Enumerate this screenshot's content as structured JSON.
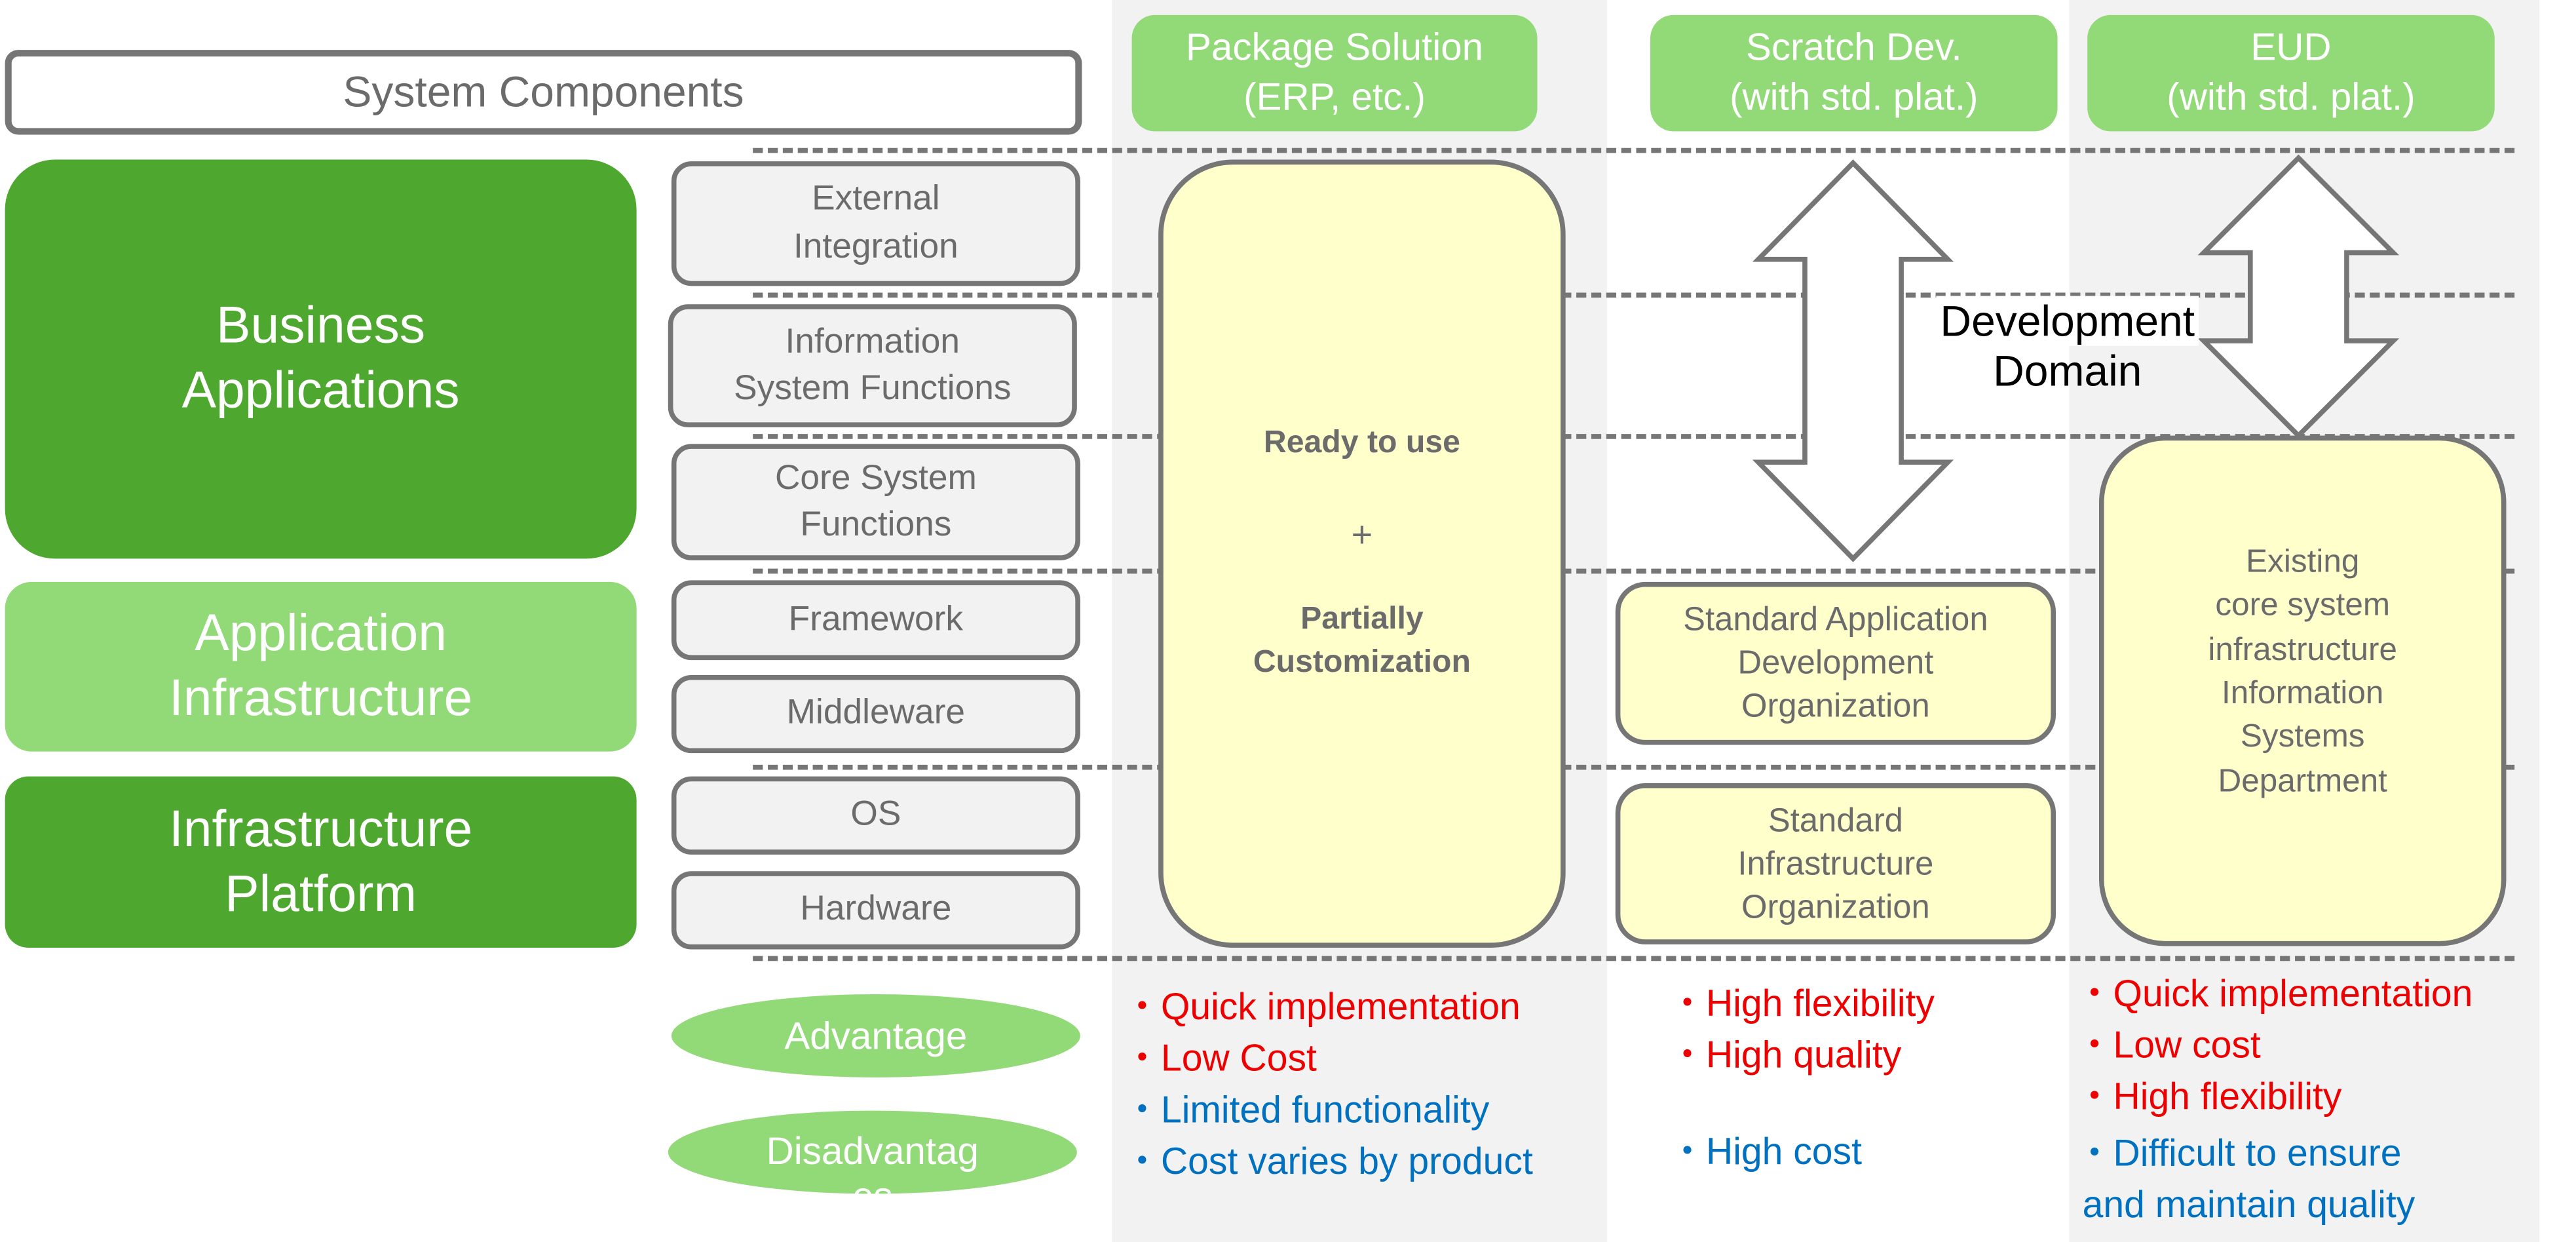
{
  "header": {
    "system_components": "System Components",
    "columns": [
      {
        "title": "Package Solution",
        "subtitle": "(ERP, etc.)"
      },
      {
        "title": "Scratch Dev.",
        "subtitle": "(with std. plat.)"
      },
      {
        "title": "EUD",
        "subtitle": "(with std. plat.)"
      }
    ]
  },
  "layers": [
    {
      "label_line1": "Business",
      "label_line2": "Applications"
    },
    {
      "label_line1": "Application",
      "label_line2": "Infrastructure"
    },
    {
      "label_line1": "Infrastructure",
      "label_line2": "Platform"
    }
  ],
  "components": [
    {
      "line1": "External",
      "line2": "Integration"
    },
    {
      "line1": "Information",
      "line2": "System Functions"
    },
    {
      "line1": "Core System",
      "line2": "Functions"
    },
    {
      "line1": "Framework"
    },
    {
      "line1": "Middleware"
    },
    {
      "line1": "OS"
    },
    {
      "line1": "Hardware"
    }
  ],
  "package_box": {
    "line1": "Ready to use",
    "plus": "+",
    "line2": "Partially",
    "line3": "Customization"
  },
  "scratch": {
    "app_org": [
      "Standard Application",
      "Development",
      "Organization"
    ],
    "infra_org": [
      "Standard",
      "Infrastructure",
      "Organization"
    ]
  },
  "development_domain": [
    "Development",
    "Domain"
  ],
  "eud_box": [
    "Existing",
    "core system",
    "infrastructure",
    "Information",
    "Systems",
    "Department"
  ],
  "labels": {
    "advantage": "Advantage",
    "disadvantage_line1": "Disadvantag",
    "disadvantage_line2": "es"
  },
  "colors": {
    "dark_green": "#4ea72e",
    "light_green": "#92d978",
    "yellow": "#ffffcc",
    "advantage_red": "#ee0000",
    "disadvantage_blue": "#0070c0",
    "gray_border": "#767676"
  },
  "pros_cons": {
    "package": {
      "advantages": [
        "・Quick  implementation",
        "・Low Cost"
      ],
      "disadvantages": [
        "・Limited functionality",
        "・Cost varies by product"
      ]
    },
    "scratch": {
      "advantages": [
        "・High flexibility",
        "・High quality"
      ],
      "disadvantages": [
        "・High cost"
      ]
    },
    "eud": {
      "advantages": [
        "・Quick implementation",
        "・Low cost",
        "・High flexibility"
      ],
      "disadvantages": [
        "・Difficult to ensure",
        "and maintain quality"
      ]
    }
  }
}
